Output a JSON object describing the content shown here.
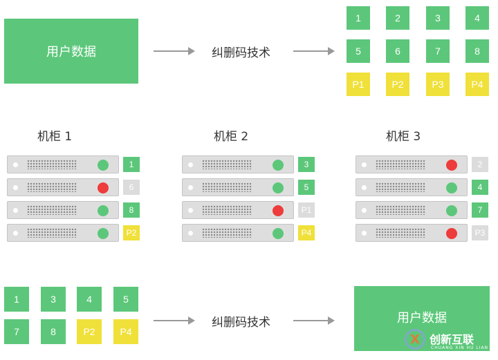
{
  "top": {
    "source_label": "用户数据",
    "process_label": "纠删码技术",
    "blocks": [
      "1",
      "2",
      "3",
      "4",
      "5",
      "6",
      "7",
      "8",
      "P1",
      "P2",
      "P3",
      "P4"
    ]
  },
  "cabinets": [
    {
      "title": "机柜 1",
      "servers": [
        {
          "status": "ok",
          "block": "1",
          "kind": "data"
        },
        {
          "status": "fail",
          "block": "6",
          "kind": "lost"
        },
        {
          "status": "ok",
          "block": "8",
          "kind": "data"
        },
        {
          "status": "ok",
          "block": "P2",
          "kind": "parity"
        }
      ]
    },
    {
      "title": "机柜 2",
      "servers": [
        {
          "status": "ok",
          "block": "3",
          "kind": "data"
        },
        {
          "status": "ok",
          "block": "5",
          "kind": "data"
        },
        {
          "status": "fail",
          "block": "P1",
          "kind": "lost"
        },
        {
          "status": "ok",
          "block": "P4",
          "kind": "parity"
        }
      ]
    },
    {
      "title": "机柜 3",
      "servers": [
        {
          "status": "fail",
          "block": "2",
          "kind": "lost"
        },
        {
          "status": "ok",
          "block": "4",
          "kind": "data"
        },
        {
          "status": "ok",
          "block": "7",
          "kind": "data"
        },
        {
          "status": "fail",
          "block": "P3",
          "kind": "lost"
        }
      ]
    }
  ],
  "bottom": {
    "blocks": [
      "1",
      "3",
      "4",
      "5",
      "7",
      "8",
      "P2",
      "P4"
    ],
    "process_label": "纠删码技术",
    "result_label": "用户数据"
  },
  "watermark": {
    "text_cn": "创新互联",
    "text_en": "CHUANG XIN HU LIAN",
    "logo_glyph": "X"
  },
  "colors": {
    "data": "#5cc77a",
    "parity": "#f0e03a",
    "lost": "#dcdcdc",
    "led_ok": "#5cc77a",
    "led_fail": "#ee3b3b"
  }
}
